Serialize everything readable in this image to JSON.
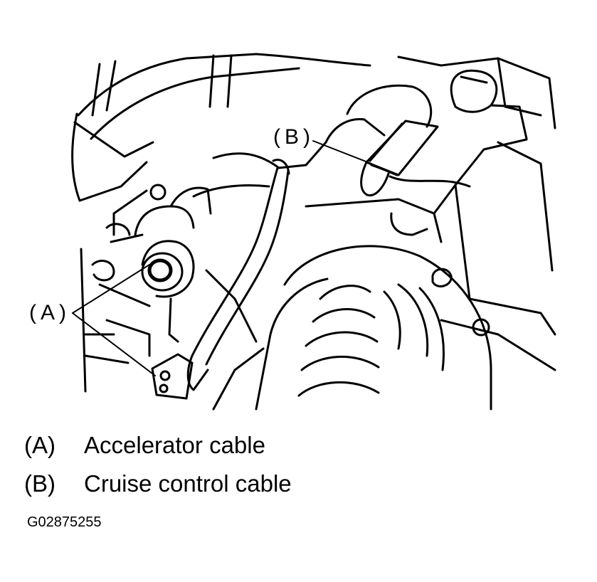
{
  "callouts": {
    "b": "(B)",
    "a": "(A)"
  },
  "legend": [
    {
      "key": "(A)",
      "label": "Accelerator cable"
    },
    {
      "key": "(B)",
      "label": "Cruise control cable"
    }
  ],
  "figure_id": "G02875255"
}
